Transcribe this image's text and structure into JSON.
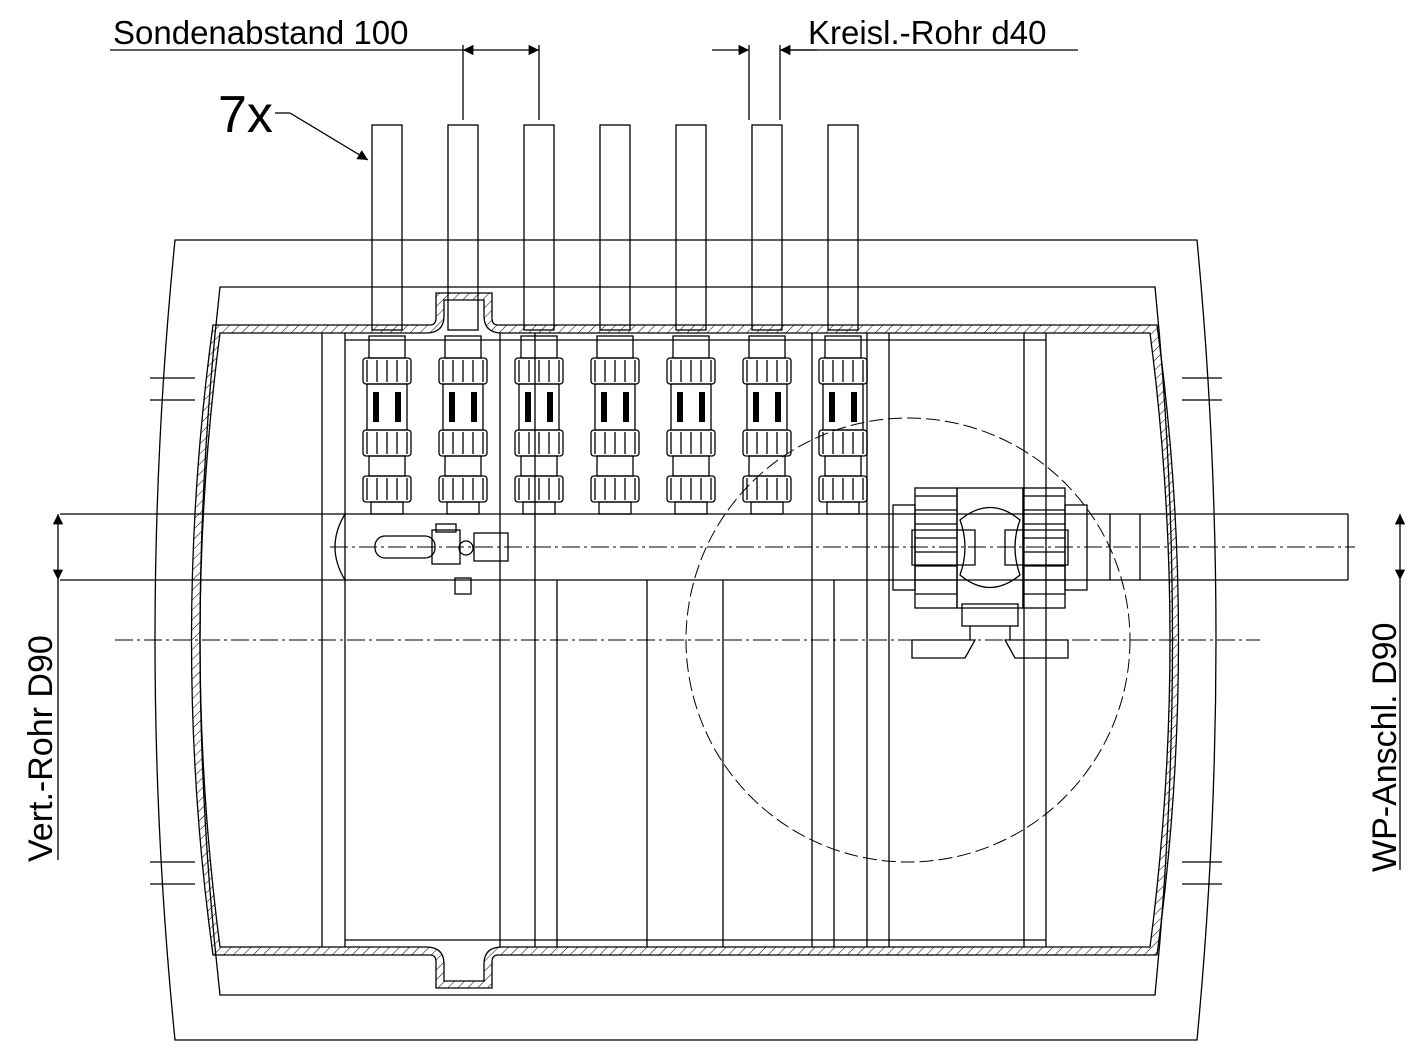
{
  "drawing": {
    "labels": {
      "probe_spacing": "Sondenabstand 100",
      "circuit_pipe": "Kreisl.-Rohr d40",
      "count": "7x",
      "vertical_pipe": "Vert.-Rohr D90",
      "heatpump_connection": "WP-Anschl. D90"
    },
    "probe_count": 7,
    "stroke_color": "#000000",
    "background_color": "#ffffff"
  }
}
